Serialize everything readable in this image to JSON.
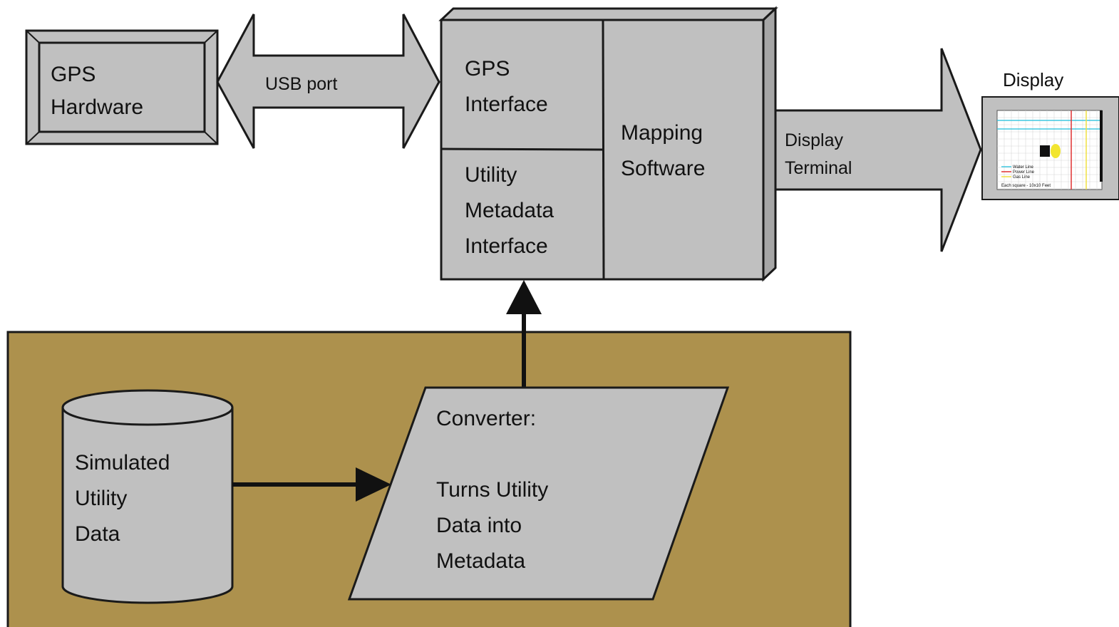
{
  "colors": {
    "box_fill": "#c0c0c0",
    "box_shade": "#a6a6a6",
    "stroke": "#1a1a1a",
    "data_region": "#ad914d",
    "screen_bg": "#ffffff",
    "water_line": "#40c8e0",
    "power_line": "#e03030",
    "gas_line": "#f0e040"
  },
  "gps_hardware": {
    "line1": "GPS",
    "line2": "Hardware"
  },
  "usb_arrow": {
    "label": "USB port"
  },
  "computer": {
    "gps_interface": {
      "line1": "GPS",
      "line2": "Interface"
    },
    "utility_metadata_interface": {
      "line1": "Utility",
      "line2": "Metadata",
      "line3": "Interface"
    },
    "mapping_software": {
      "line1": "Mapping",
      "line2": "Software"
    }
  },
  "display_arrow": {
    "line1": "Display",
    "line2": "Terminal"
  },
  "display": {
    "title": "Display",
    "legend": [
      {
        "label": "Water Line",
        "icon": "line-swatch"
      },
      {
        "label": "Power Line",
        "icon": "line-swatch"
      },
      {
        "label": "Gas Line",
        "icon": "line-swatch"
      }
    ],
    "scale_note": "Each square - 10x10 Feet"
  },
  "simulated_data": {
    "line1": "Simulated",
    "line2": "Utility",
    "line3": "Data"
  },
  "converter": {
    "title": "Converter:",
    "line1": "Turns Utility",
    "line2": "Data into",
    "line3": "Metadata"
  }
}
